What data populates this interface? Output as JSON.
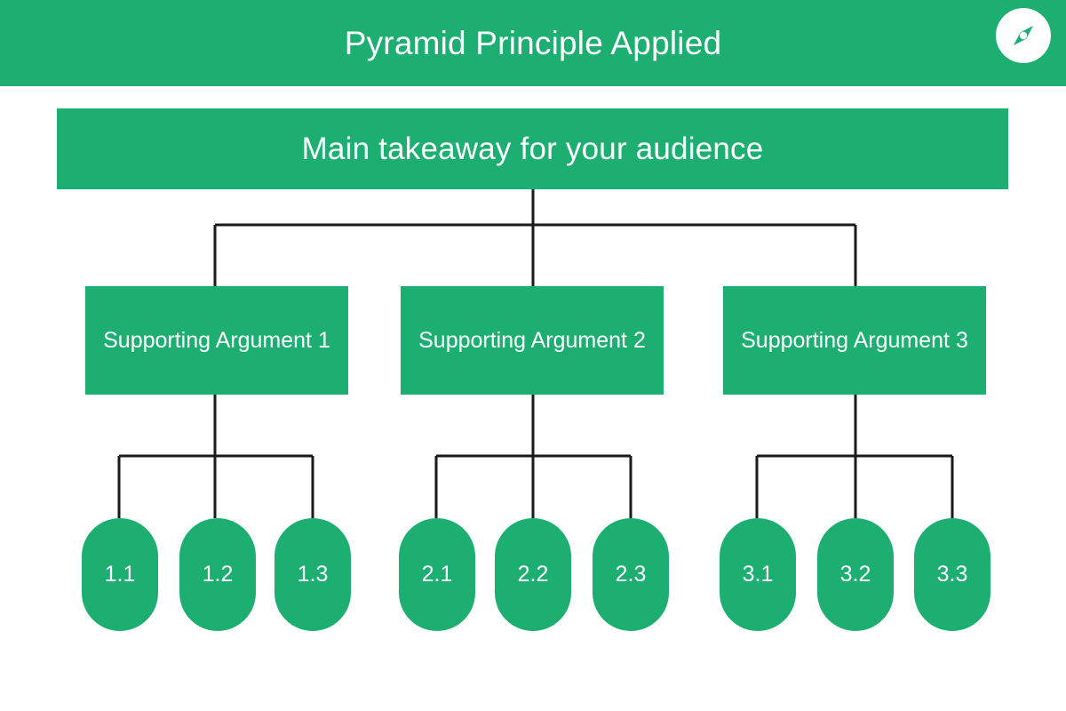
{
  "header": {
    "title": "Pyramid Principle Applied",
    "logo_icon": "compass-icon",
    "background_color": "#1DAF72",
    "text_color": "#FFFFFF"
  },
  "diagram": {
    "type": "tree",
    "accent_color": "#1DAF72",
    "connector_color": "#1A1A1A",
    "root": {
      "id": "root",
      "label": "Main takeaway for your audience"
    },
    "branches": [
      {
        "id": "branch-1",
        "label": "Supporting Argument 1",
        "leaves": [
          {
            "id": "leaf-1-1",
            "label": "1.1"
          },
          {
            "id": "leaf-1-2",
            "label": "1.2"
          },
          {
            "id": "leaf-1-3",
            "label": "1.3"
          }
        ]
      },
      {
        "id": "branch-2",
        "label": "Supporting Argument 2",
        "leaves": [
          {
            "id": "leaf-2-1",
            "label": "2.1"
          },
          {
            "id": "leaf-2-2",
            "label": "2.2"
          },
          {
            "id": "leaf-2-3",
            "label": "2.3"
          }
        ]
      },
      {
        "id": "branch-3",
        "label": "Supporting Argument 3",
        "leaves": [
          {
            "id": "leaf-3-1",
            "label": "3.1"
          },
          {
            "id": "leaf-3-2",
            "label": "3.2"
          },
          {
            "id": "leaf-3-3",
            "label": "3.3"
          }
        ]
      }
    ]
  }
}
